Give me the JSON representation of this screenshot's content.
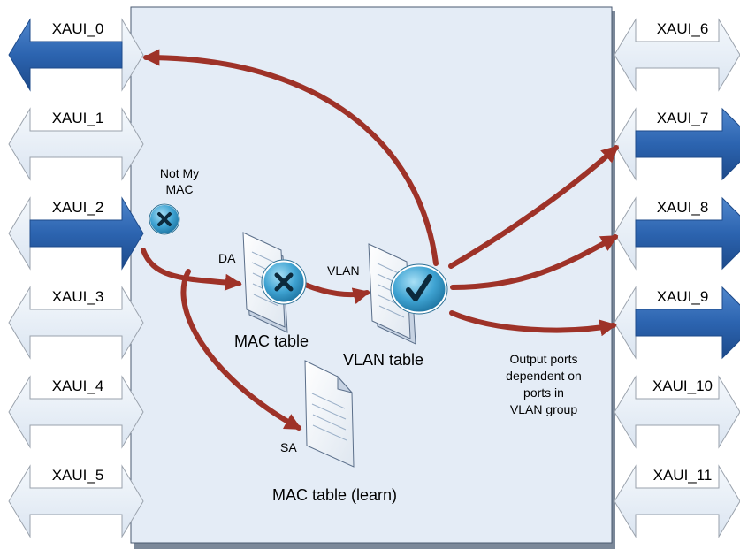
{
  "left_ports": [
    {
      "label": "XAUI_0",
      "state": "egress"
    },
    {
      "label": "XAUI_1",
      "state": "idle"
    },
    {
      "label": "XAUI_2",
      "state": "ingress"
    },
    {
      "label": "XAUI_3",
      "state": "idle"
    },
    {
      "label": "XAUI_4",
      "state": "idle"
    },
    {
      "label": "XAUI_5",
      "state": "idle"
    }
  ],
  "right_ports": [
    {
      "label": "XAUI_6",
      "state": "idle"
    },
    {
      "label": "XAUI_7",
      "state": "egress"
    },
    {
      "label": "XAUI_8",
      "state": "egress"
    },
    {
      "label": "XAUI_9",
      "state": "egress"
    },
    {
      "label": "XAUI_10",
      "state": "idle"
    },
    {
      "label": "XAUI_11",
      "state": "idle"
    }
  ],
  "not_my_mac": {
    "line1": "Not My",
    "line2": "MAC",
    "icon": "x-icon"
  },
  "mac_table": {
    "label": "MAC table",
    "lookup_label": "DA",
    "icon": "x-icon"
  },
  "vlan_table": {
    "label": "VLAN table",
    "lookup_label": "VLAN",
    "icon": "check-icon"
  },
  "learn_table": {
    "label": "MAC table (learn)",
    "lookup_label": "SA"
  },
  "output_note": [
    "Output ports",
    "dependent on",
    "ports in",
    "VLAN group"
  ],
  "colors": {
    "switch_fill": "#e4ecf6",
    "switch_border": "#4a5a70",
    "active_arrow": "#2c64b0",
    "idle_arrow": "#e4ecf6",
    "arrow_outline": "#9aa2ac",
    "flow_line": "#9e3228",
    "icon_fill": "#3fa3d2"
  }
}
